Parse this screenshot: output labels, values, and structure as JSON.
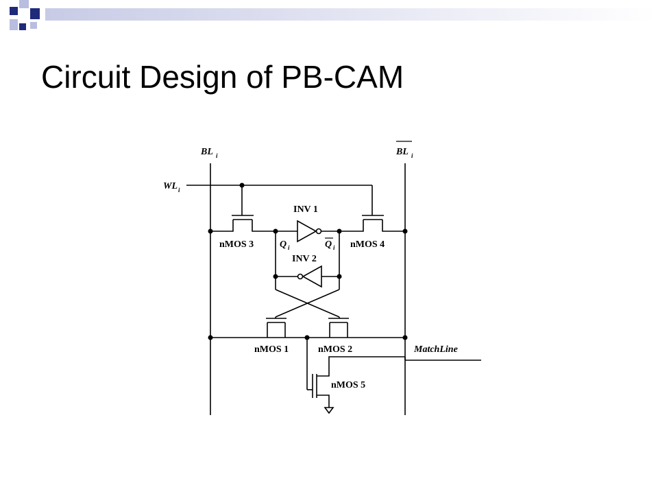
{
  "title": "Circuit Design of PB-CAM",
  "colors": {
    "accent": "#1f2a7a",
    "accent_light": "#b9bde0",
    "band_start": "#c8cbe6"
  },
  "diagram": {
    "labels": {
      "bl_left": "BL",
      "bl_left_sub": "i",
      "bl_right": "BL",
      "bl_right_sub": "i",
      "wl": "WL",
      "wl_sub": "i",
      "inv1": "INV 1",
      "inv2": "INV 2",
      "q": "Q",
      "q_sub": "i",
      "qbar": "Q",
      "qbar_sub": "i",
      "nmos1": "nMOS 1",
      "nmos2": "nMOS 2",
      "nmos3": "nMOS 3",
      "nmos4": "nMOS 4",
      "nmos5": "nMOS 5",
      "matchline": "MatchLine"
    }
  }
}
